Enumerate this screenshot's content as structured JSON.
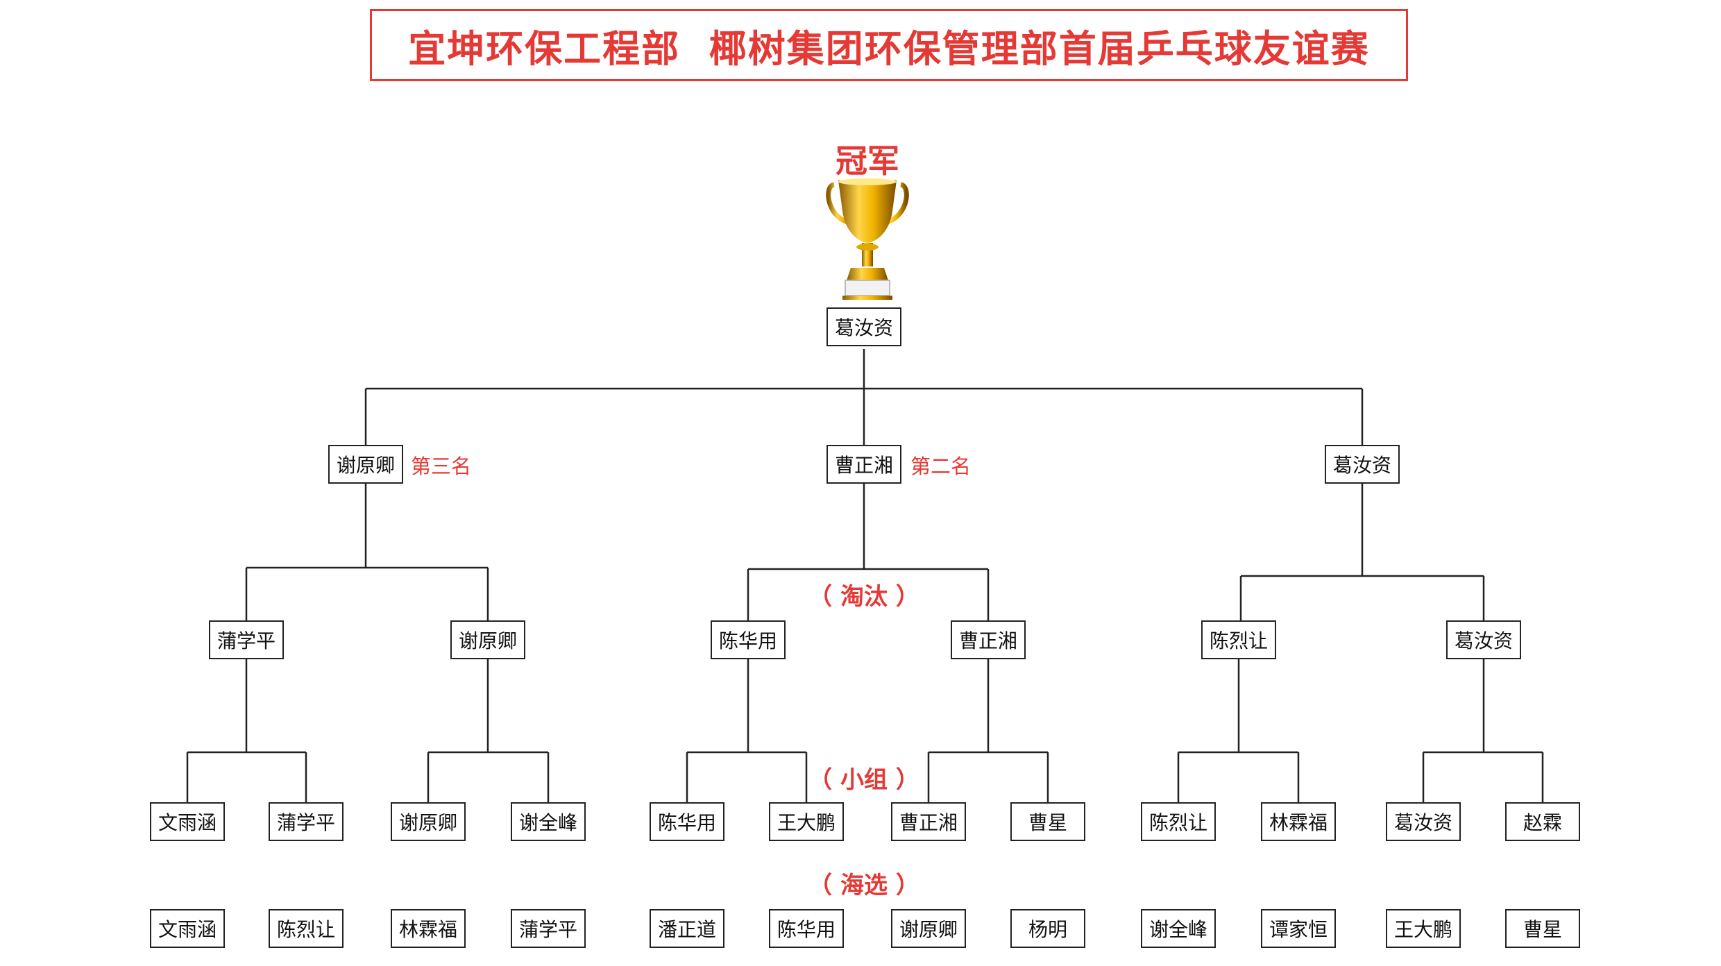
{
  "title": "宜坤环保工程部  椰树集团环保管理部首届乒乓球友谊赛",
  "champion_label": "冠军",
  "champion": "葛汝资",
  "final_round": [
    "谢原卿",
    "曹正湘",
    "葛汝资"
  ],
  "final_notes": {
    "third": "第三名",
    "second": "第二名"
  },
  "round_labels": {
    "elimination": "（ 淘汰 ）",
    "group": "（ 小组 ）",
    "preliminary": "（ 海选 ）"
  },
  "semi_round": [
    "蒲学平",
    "谢原卿",
    "陈华用",
    "曹正湘",
    "陈烈让",
    "葛汝资"
  ],
  "group_round": [
    "文雨涵",
    "蒲学平",
    "谢原卿",
    "谢全峰",
    "陈华用",
    "王大鹏",
    "曹正湘",
    "曹星",
    "陈烈让",
    "林霖福",
    "葛汝资",
    "赵霖"
  ],
  "preliminary_round": [
    "文雨涵",
    "陈烈让",
    "林霖福",
    "蒲学平",
    "潘正道",
    "陈华用",
    "谢原卿",
    "杨明",
    "谢全峰",
    "谭家恒",
    "王大鹏",
    "曹星"
  ],
  "colors": {
    "accent": "#e53935",
    "line": "#222222",
    "trophy_gold": "#d4a017"
  }
}
